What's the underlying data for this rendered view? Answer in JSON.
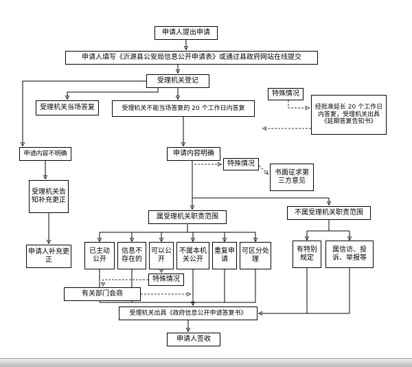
{
  "colors": {
    "box_border": "#000000",
    "solid_line": "#000000",
    "dashed_line": "#333333",
    "background": "#ffffff"
  },
  "nodes": {
    "submit": "申请人提出申请",
    "fill_form": "申请人填写《沂源县公安局信息公开申请表》或通过县政府网站在线提交",
    "register": "受理机关登记",
    "special_case_1": "特殊情况",
    "onsite_reply": "受理机关当场答复",
    "reply_20days": "受理机关不能当场答复的 20 个工作日内答复",
    "extension": "经批准延长 20 个工作日内答复，受理机关出具《延期答复告知书》",
    "unclear": "申请内容不明确",
    "clear": "申请内容明确",
    "special_case_2": "特殊情况",
    "third_party": "书面征求第三方意见",
    "notify_supplement": "受理机关告知补充更正",
    "in_scope": "属受理机关职责范围",
    "out_of_scope": "不属受理机关职责范围",
    "applicant_supplement": "申请人补充更正",
    "already_public": "已主动公开",
    "not_exist": "信息不存在的",
    "can_public": "可以公开",
    "not_this_org": "不属本机关公开",
    "repeat_apply": "重复申请",
    "separable": "可区分处理",
    "special_rules": "有特别规定",
    "petition": "属信访、投诉、举报等",
    "special_case_3": "特殊情况",
    "consult": "有关部门会商",
    "reply_doc": "受理机关出具《政府信息公开申请答复书》",
    "sign": "申请人签收"
  }
}
